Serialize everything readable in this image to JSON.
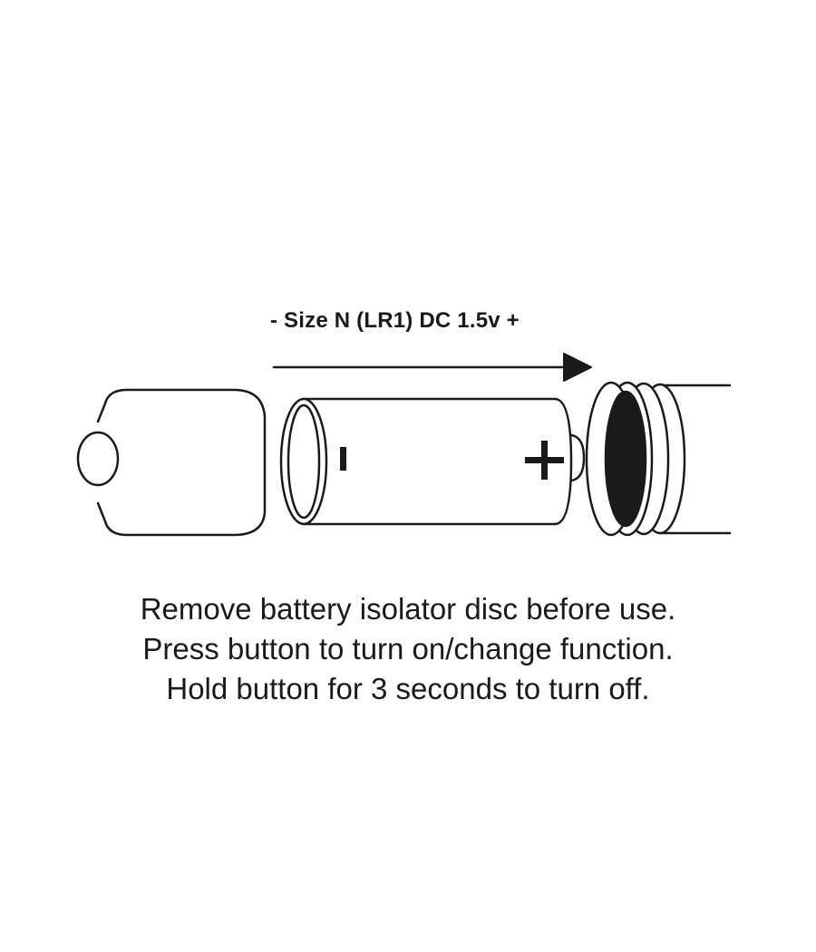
{
  "battery": {
    "label": "- Size N (LR1) DC 1.5v +",
    "negative_symbol": "-",
    "positive_symbol": "+"
  },
  "instructions": [
    "Remove battery isolator disc before use.",
    "Press button to turn on/change function.",
    "Hold button for 3 seconds to turn off."
  ],
  "colors": {
    "ink": "#1a1a1a",
    "background": "#ffffff"
  }
}
